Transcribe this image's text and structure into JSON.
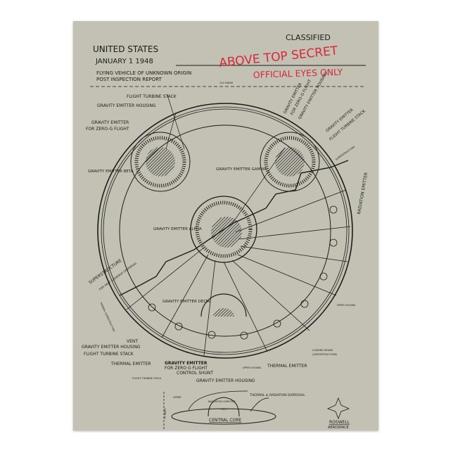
{
  "header": {
    "country": "UNITED STATES",
    "date": "JANUARY 1 1948",
    "subtitle_line1": "FLYING VEHICLE OF UNKNOWN ORIGIN",
    "subtitle_line2": "POST INSPECTION REPORT",
    "classified": "CLASSIFIED",
    "stamp_line1": "ABOVE TOP SECRET",
    "stamp_line2": "OFFICIAL EYES ONLY",
    "stamp_color": "#d8283a",
    "scale": "120 YARDS"
  },
  "labels": {
    "flight_turbine_stack": "FLIGHT TURBINE STACK",
    "gravity_emitter_housing": "GRAVITY EMITTER HOUSING",
    "gravity_emitter_zero_g_1": "GRAVITY EMITTER",
    "gravity_emitter_zero_g_2": "FOR ZERO-G FLIGHT",
    "beta": "GRAVITY EMITTER BETA",
    "gamma": "GRAVITY EMITTER GAMMA",
    "alpha": "GRAVITY EMITTER ALPHA",
    "delta": "GRAVITY EMITTER DELTA",
    "tr_emitter_1": "GRAVITY EMITTER",
    "tr_emitter_2": "FOR ZERO-G FLIGHT",
    "tr_housing": "GRAVITY EMITTER HOUSING",
    "tr_emitter_b": "GRAVITY EMITTER",
    "tr_turbine": "FLIGHT TURBINE STACK",
    "superstructure_small": "SUPERSTRUCTURE",
    "radiation_emitter": "RADIATION EMITTER",
    "superstructure": "SUPERSTRUCTURE",
    "heat_dispersal": "FOR HEAT & ENERGY DISPERSAL",
    "thermal_superstructure": "THERMAL SUPERSTRUCTURE",
    "upper_housing_r": "UPPER HOUSING",
    "vent": "VENT",
    "bl_housing": "GRAVITY EMITTER HOUSING",
    "bl_turbine": "FLIGHT TURBINE STACK",
    "thermal_emitter_l": "THERMAL EMITTER",
    "bc_emitter": "GRAVITY EMITTER",
    "bc_zero_g": "FOR ZERO G FLIGHT",
    "control_shunt": "CONTROL SHUNT",
    "flight_turbine_small": "FLIGHT TURBINE STACK",
    "upper_housing_c": "UPPER HOUSING",
    "thermal_emitter_r": "THERMAL EMITTER",
    "loading_beams_1": "LOADING BEAMS",
    "loading_beams_2": "(SUPERSTRUCTURE)",
    "bottom_housing": "GRAVITY EMITTER HOUSING"
  },
  "side_view": {
    "upper": "UPPER",
    "thermal_dispersal": "THERMAL & RADIATION DISPERSAL",
    "nav_computer": "NAVIGATION COMPUTER",
    "pilot": "PILOT",
    "central_core": "CENTRAL CORE",
    "height_scale": "75 YARDS",
    "maker_1": "ROSWELL",
    "maker_2": "AEROSPACE"
  }
}
